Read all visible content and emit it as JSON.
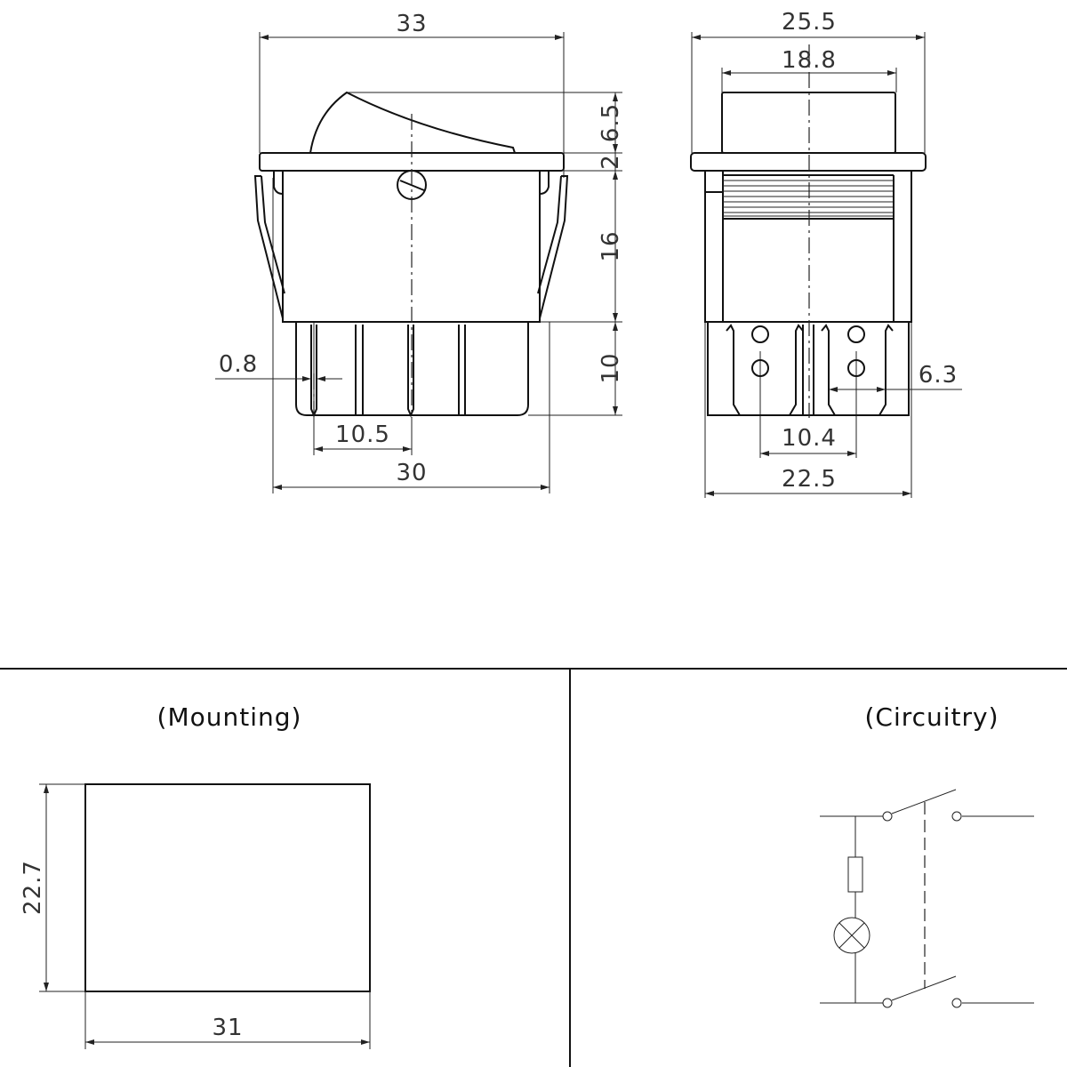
{
  "front_view": {
    "dims": {
      "width_bezel": "33",
      "rocker_height": "6.5",
      "bezel_height": "2",
      "body_height": "16",
      "terminal_height": "10",
      "pin_thickness": "0.8",
      "pin_pitch": "10.5",
      "body_width": "30"
    }
  },
  "side_view": {
    "dims": {
      "width_bezel": "25.5",
      "cap_width": "18.8",
      "terminal_width": "6.3",
      "terminal_pitch": "10.4",
      "body_width": "22.5"
    }
  },
  "mounting": {
    "title": "(Mounting)",
    "height": "22.7",
    "width": "31"
  },
  "circuitry": {
    "title": "(Circuitry)"
  }
}
